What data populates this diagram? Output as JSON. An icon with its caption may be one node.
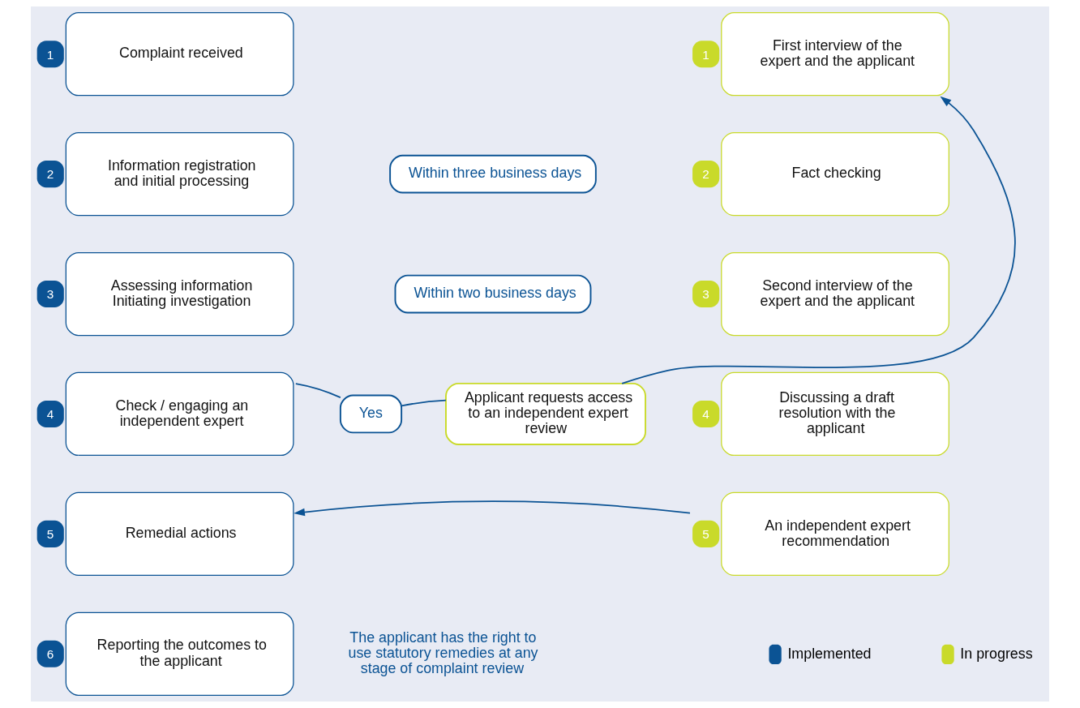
{
  "diagram": {
    "nodes": [
      {
        "text": [
          "1",
          "Complaint received"
        ]
      },
      {
        "text": [
          "2",
          "Information registration and initial processing"
        ]
      },
      {
        "text": [
          "3",
          "Assessing information",
          "Initiating investigation"
        ]
      },
      {
        "text": [
          "4",
          "Check / engaging an independent expert"
        ]
      },
      {
        "text": [
          "5",
          "Remedial actions"
        ]
      },
      {
        "text": [
          "6",
          "Reporting the outcomes to the applicant"
        ]
      },
      {
        "text": [
          "Within three business days"
        ]
      },
      {
        "text": [
          "Within two business days"
        ]
      },
      {
        "text": [
          "Yes"
        ]
      },
      {
        "text": [
          "Applicant requests access to an independent expert review"
        ]
      },
      {
        "text": [
          "1",
          "First interview of the expert and the applicant"
        ]
      },
      {
        "text": [
          "2",
          "Fact checking"
        ]
      },
      {
        "text": [
          "3",
          "Second interview of the expert and the applicant"
        ]
      },
      {
        "text": [
          "4",
          "Discussing a draft resolution with the applicant"
        ]
      },
      {
        "text": [
          "5",
          "An independent expert recommendation"
        ]
      }
    ],
    "edges": [
      {
        "from": 3,
        "to": 8,
        "arrow": "none"
      },
      {
        "from": 8,
        "to": 9,
        "arrow": "none"
      },
      {
        "from": 9,
        "to": 10,
        "arrow": "to"
      },
      {
        "from": 14,
        "to": 4,
        "arrow": "to"
      }
    ],
    "labels": [
      "The applicant has the right to use statutory remedies at any stage of complaint review"
    ],
    "legend": [
      {
        "text": "Implemented",
        "color": "#0b5394"
      },
      {
        "text": "In progress",
        "color": "#c9da2a"
      }
    ]
  }
}
